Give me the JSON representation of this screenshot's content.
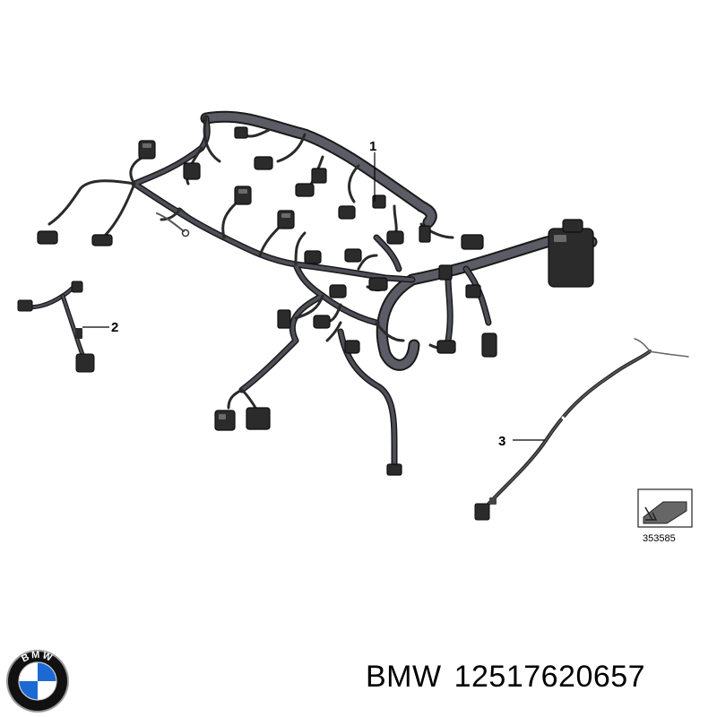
{
  "diagram": {
    "callouts": [
      {
        "id": "1",
        "label": "1"
      },
      {
        "id": "2",
        "label": "2"
      },
      {
        "id": "3",
        "label": "3"
      }
    ],
    "reference_number": "353585"
  },
  "caption": {
    "brand": "BMW",
    "part_number": "12517620657"
  },
  "logo": {
    "letters": "BMW",
    "colors": {
      "blue": "#1c69d4",
      "ring": "#111111",
      "white": "#ffffff"
    }
  }
}
